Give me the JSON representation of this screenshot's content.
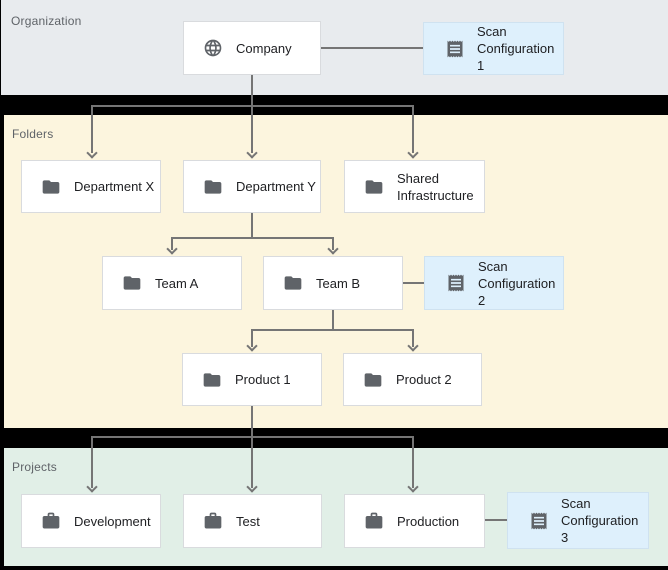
{
  "bands": {
    "organization": {
      "label": "Organization"
    },
    "folders": {
      "label": "Folders"
    },
    "projects": {
      "label": "Projects"
    }
  },
  "nodes": {
    "company": {
      "label": "Company",
      "icon": "globe-icon"
    },
    "scan_config_1": {
      "label": "Scan Configuration 1",
      "icon": "receipt-icon"
    },
    "department_x": {
      "label": "Department X",
      "icon": "folder-icon"
    },
    "department_y": {
      "label": "Department Y",
      "icon": "folder-icon"
    },
    "shared_infrastructure": {
      "label": "Shared Infrastructure",
      "icon": "folder-icon"
    },
    "team_a": {
      "label": "Team A",
      "icon": "folder-icon"
    },
    "team_b": {
      "label": "Team B",
      "icon": "folder-icon"
    },
    "scan_config_2": {
      "label": "Scan Configuration 2",
      "icon": "receipt-icon"
    },
    "product_1": {
      "label": "Product 1",
      "icon": "folder-icon"
    },
    "product_2": {
      "label": "Product 2",
      "icon": "folder-icon"
    },
    "development": {
      "label": "Development",
      "icon": "briefcase-icon"
    },
    "test": {
      "label": "Test",
      "icon": "briefcase-icon"
    },
    "production": {
      "label": "Production",
      "icon": "briefcase-icon"
    },
    "scan_config_3": {
      "label": "Scan Configuration 3",
      "icon": "receipt-icon"
    }
  },
  "colors": {
    "background": "#000000",
    "organization_band": "#e8ebee",
    "folders_band": "#fcf5de",
    "projects_band": "#e1efe7",
    "node_fill": "#ffffff",
    "node_border": "#d9dbde",
    "scan_node_fill": "#def0fc",
    "scan_node_border": "#cfe2f0",
    "connector": "#757575",
    "icon": "#5f6368",
    "band_label_text": "#5f6368",
    "node_label_text": "#202124"
  }
}
